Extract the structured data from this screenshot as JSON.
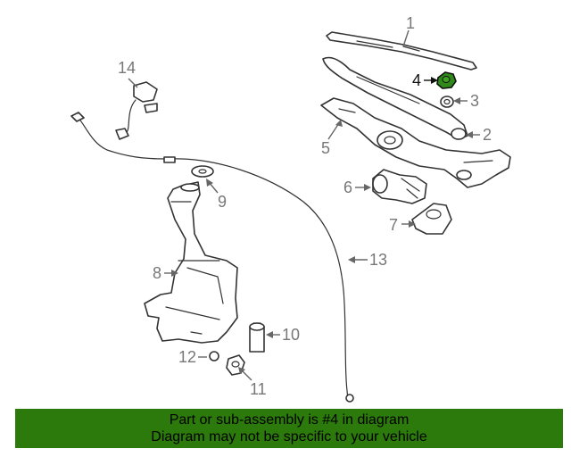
{
  "diagram": {
    "callouts": [
      "1",
      "2",
      "3",
      "4",
      "5",
      "6",
      "7",
      "8",
      "9",
      "10",
      "11",
      "12",
      "13",
      "14"
    ],
    "highlighted_part": "4",
    "highlight_color": "#2f8a1a",
    "line_color": "#333333",
    "label_color": "#777777"
  },
  "banner": {
    "line1": "Part or sub-assembly is #4 in diagram",
    "line2": "Diagram may not be specific to your vehicle",
    "background": "#2b7a0b"
  }
}
